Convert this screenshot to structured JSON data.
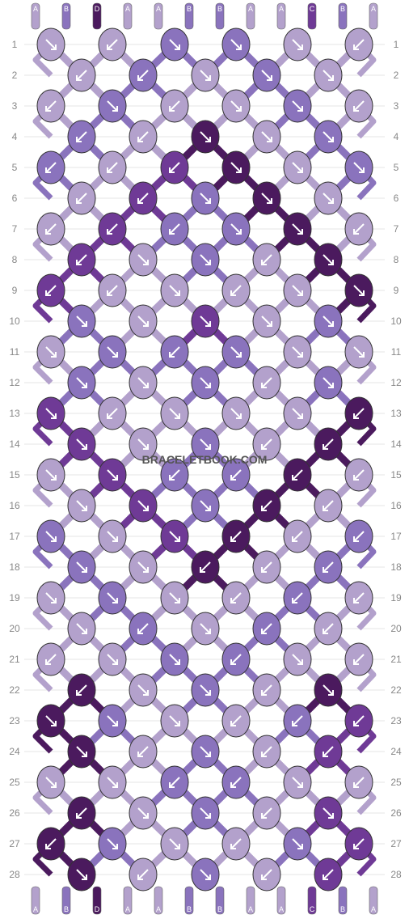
{
  "watermark": "BRACELETBOOK.COM",
  "colors": {
    "A": "#b3a1cc",
    "B": "#8a73bd",
    "C": "#6f3a96",
    "D": "#4b1a5e"
  },
  "strands_top": [
    "A",
    "B",
    "D",
    "A",
    "A",
    "B",
    "B",
    "A",
    "A",
    "C",
    "B",
    "A"
  ],
  "strands_bottom": [
    "A",
    "B",
    "D",
    "A",
    "A",
    "B",
    "B",
    "A",
    "A",
    "C",
    "B",
    "A"
  ],
  "row_labels": [
    "1",
    "2",
    "3",
    "4",
    "5",
    "6",
    "7",
    "8",
    "9",
    "10",
    "11",
    "12",
    "13",
    "14",
    "15",
    "16",
    "17",
    "18",
    "19",
    "20",
    "21",
    "22",
    "23",
    "24",
    "25",
    "26",
    "27",
    "28"
  ],
  "knots": [
    {
      "row": 1,
      "items": [
        [
          "A",
          "se"
        ],
        [
          "A",
          "sw"
        ],
        [
          "B",
          "se"
        ],
        [
          "B",
          "se"
        ],
        [
          "A",
          "se"
        ],
        [
          "A",
          "sw"
        ]
      ]
    },
    {
      "row": 2,
      "items": [
        [
          "A",
          "sw"
        ],
        [
          "B",
          "sw"
        ],
        [
          "A",
          "se"
        ],
        [
          "B",
          "se"
        ],
        [
          "A",
          "se"
        ]
      ]
    },
    {
      "row": 3,
      "items": [
        [
          "A",
          "sw"
        ],
        [
          "B",
          "se"
        ],
        [
          "A",
          "sw"
        ],
        [
          "A",
          "se"
        ],
        [
          "B",
          "se"
        ],
        [
          "A",
          "sw"
        ]
      ]
    },
    {
      "row": 4,
      "items": [
        [
          "B",
          "sw"
        ],
        [
          "A",
          "sw"
        ],
        [
          "D",
          "se"
        ],
        [
          "A",
          "se"
        ],
        [
          "B",
          "se"
        ]
      ]
    },
    {
      "row": 5,
      "items": [
        [
          "B",
          "sw"
        ],
        [
          "A",
          "sw"
        ],
        [
          "C",
          "sw"
        ],
        [
          "D",
          "se"
        ],
        [
          "A",
          "se"
        ],
        [
          "B",
          "se"
        ]
      ]
    },
    {
      "row": 6,
      "items": [
        [
          "A",
          "sw"
        ],
        [
          "C",
          "sw"
        ],
        [
          "B",
          "se"
        ],
        [
          "D",
          "se"
        ],
        [
          "A",
          "se"
        ]
      ]
    },
    {
      "row": 7,
      "items": [
        [
          "A",
          "sw"
        ],
        [
          "C",
          "sw"
        ],
        [
          "B",
          "sw"
        ],
        [
          "B",
          "se"
        ],
        [
          "D",
          "se"
        ],
        [
          "A",
          "sw"
        ]
      ]
    },
    {
      "row": 8,
      "items": [
        [
          "C",
          "sw"
        ],
        [
          "A",
          "se"
        ],
        [
          "B",
          "se"
        ],
        [
          "A",
          "sw"
        ],
        [
          "D",
          "se"
        ]
      ]
    },
    {
      "row": 9,
      "items": [
        [
          "C",
          "sw"
        ],
        [
          "A",
          "sw"
        ],
        [
          "A",
          "se"
        ],
        [
          "A",
          "sw"
        ],
        [
          "A",
          "se"
        ],
        [
          "D",
          "se"
        ]
      ]
    },
    {
      "row": 10,
      "items": [
        [
          "B",
          "se"
        ],
        [
          "A",
          "se"
        ],
        [
          "C",
          "se"
        ],
        [
          "A",
          "se"
        ],
        [
          "B",
          "se"
        ]
      ]
    },
    {
      "row": 11,
      "items": [
        [
          "A",
          "se"
        ],
        [
          "B",
          "se"
        ],
        [
          "B",
          "sw"
        ],
        [
          "B",
          "se"
        ],
        [
          "A",
          "se"
        ],
        [
          "A",
          "se"
        ]
      ]
    },
    {
      "row": 12,
      "items": [
        [
          "B",
          "se"
        ],
        [
          "A",
          "se"
        ],
        [
          "B",
          "se"
        ],
        [
          "A",
          "sw"
        ],
        [
          "B",
          "se"
        ]
      ]
    },
    {
      "row": 13,
      "items": [
        [
          "C",
          "se"
        ],
        [
          "A",
          "sw"
        ],
        [
          "A",
          "se"
        ],
        [
          "A",
          "se"
        ],
        [
          "A",
          "se"
        ],
        [
          "D",
          "sw"
        ]
      ]
    },
    {
      "row": 14,
      "items": [
        [
          "C",
          "se"
        ],
        [
          "A",
          "se"
        ],
        [
          "B",
          "se"
        ],
        [
          "A",
          "sw"
        ],
        [
          "D",
          "sw"
        ]
      ]
    },
    {
      "row": 15,
      "items": [
        [
          "A",
          "se"
        ],
        [
          "C",
          "se"
        ],
        [
          "B",
          "sw"
        ],
        [
          "B",
          "sw"
        ],
        [
          "D",
          "sw"
        ],
        [
          "A",
          "sw"
        ]
      ]
    },
    {
      "row": 16,
      "items": [
        [
          "A",
          "se"
        ],
        [
          "C",
          "se"
        ],
        [
          "B",
          "se"
        ],
        [
          "D",
          "sw"
        ],
        [
          "A",
          "sw"
        ]
      ]
    },
    {
      "row": 17,
      "items": [
        [
          "B",
          "se"
        ],
        [
          "A",
          "se"
        ],
        [
          "C",
          "se"
        ],
        [
          "D",
          "sw"
        ],
        [
          "A",
          "sw"
        ],
        [
          "B",
          "sw"
        ]
      ]
    },
    {
      "row": 18,
      "items": [
        [
          "B",
          "se"
        ],
        [
          "A",
          "se"
        ],
        [
          "D",
          "sw"
        ],
        [
          "A",
          "sw"
        ],
        [
          "B",
          "sw"
        ]
      ]
    },
    {
      "row": 19,
      "items": [
        [
          "A",
          "se"
        ],
        [
          "B",
          "se"
        ],
        [
          "A",
          "se"
        ],
        [
          "A",
          "sw"
        ],
        [
          "B",
          "sw"
        ],
        [
          "A",
          "sw"
        ]
      ]
    },
    {
      "row": 20,
      "items": [
        [
          "A",
          "se"
        ],
        [
          "B",
          "sw"
        ],
        [
          "A",
          "se"
        ],
        [
          "B",
          "sw"
        ],
        [
          "A",
          "sw"
        ]
      ]
    },
    {
      "row": 21,
      "items": [
        [
          "A",
          "sw"
        ],
        [
          "A",
          "se"
        ],
        [
          "B",
          "se"
        ],
        [
          "B",
          "sw"
        ],
        [
          "A",
          "se"
        ],
        [
          "A",
          "sw"
        ]
      ]
    },
    {
      "row": 22,
      "items": [
        [
          "D",
          "sw"
        ],
        [
          "A",
          "se"
        ],
        [
          "B",
          "se"
        ],
        [
          "A",
          "sw"
        ],
        [
          "D",
          "se"
        ]
      ]
    },
    {
      "row": 23,
      "items": [
        [
          "D",
          "se"
        ],
        [
          "B",
          "se"
        ],
        [
          "A",
          "se"
        ],
        [
          "A",
          "sw"
        ],
        [
          "B",
          "sw"
        ],
        [
          "C",
          "sw"
        ]
      ]
    },
    {
      "row": 24,
      "items": [
        [
          "D",
          "se"
        ],
        [
          "A",
          "sw"
        ],
        [
          "B",
          "se"
        ],
        [
          "A",
          "sw"
        ],
        [
          "C",
          "sw"
        ]
      ]
    },
    {
      "row": 25,
      "items": [
        [
          "A",
          "se"
        ],
        [
          "A",
          "se"
        ],
        [
          "B",
          "sw"
        ],
        [
          "B",
          "sw"
        ],
        [
          "A",
          "se"
        ],
        [
          "A",
          "sw"
        ]
      ]
    },
    {
      "row": 26,
      "items": [
        [
          "D",
          "sw"
        ],
        [
          "A",
          "se"
        ],
        [
          "B",
          "se"
        ],
        [
          "A",
          "sw"
        ],
        [
          "C",
          "se"
        ]
      ]
    },
    {
      "row": 27,
      "items": [
        [
          "D",
          "sw"
        ],
        [
          "B",
          "se"
        ],
        [
          "A",
          "se"
        ],
        [
          "A",
          "sw"
        ],
        [
          "B",
          "se"
        ],
        [
          "C",
          "sw"
        ]
      ]
    },
    {
      "row": 28,
      "items": [
        [
          "D",
          "se"
        ],
        [
          "A",
          "sw"
        ],
        [
          "B",
          "se"
        ],
        [
          "A",
          "sw"
        ],
        [
          "C",
          "sw"
        ]
      ]
    }
  ]
}
